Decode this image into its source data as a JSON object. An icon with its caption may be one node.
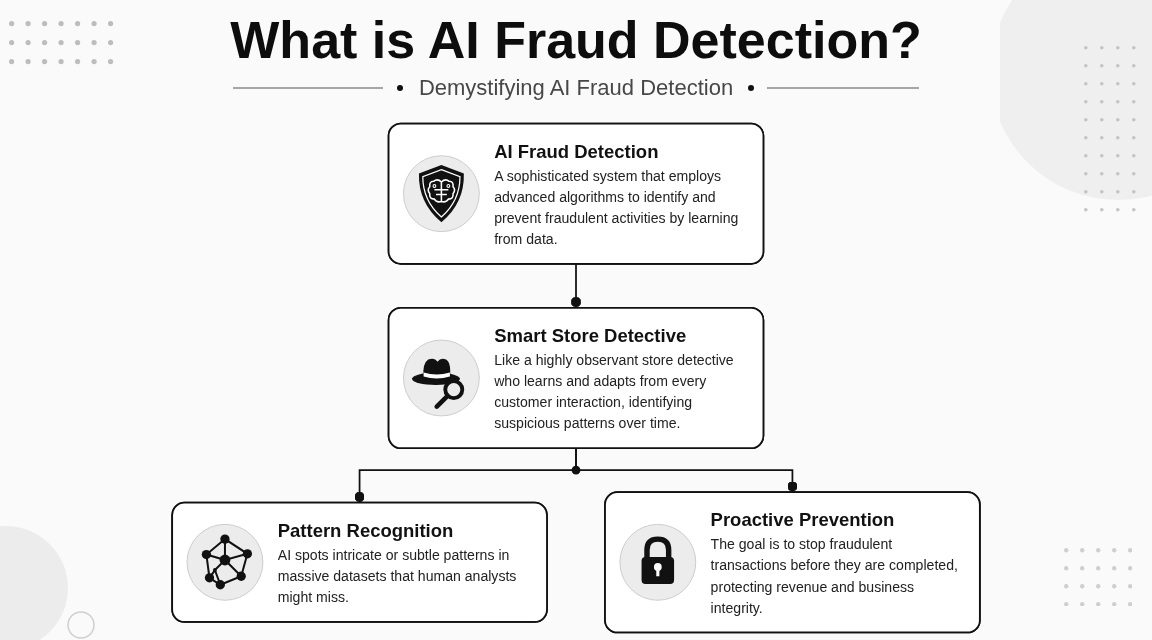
{
  "diagram": {
    "title": "What is AI Fraud Detection?",
    "nodes": [
      {
        "text": [
          "AI Fraud Detection",
          "A sophisticated system that employs advanced algorithms to identify and prevent fraudulent activities by learning from data."
        ]
      },
      {
        "text": [
          "Smart Store Detective",
          "Like a highly observant store detective who learns and adapts from every customer interaction, identifying suspicious patterns over time."
        ]
      },
      {
        "text": [
          "Pattern Recognition",
          "AI spots intricate or subtle patterns in massive datasets that human analysts might miss."
        ]
      },
      {
        "text": [
          "Proactive Prevention",
          "The goal is to stop fraudulent transactions before they are completed, protecting revenue and business integrity."
        ]
      }
    ],
    "edges": [
      {
        "from": 0,
        "to": 1,
        "arrow": "other"
      },
      {
        "from": 1,
        "to": 2,
        "arrow": "other"
      },
      {
        "from": 1,
        "to": 3,
        "arrow": "other"
      }
    ],
    "labels": [
      "Demystifying AI Fraud Detection"
    ]
  }
}
